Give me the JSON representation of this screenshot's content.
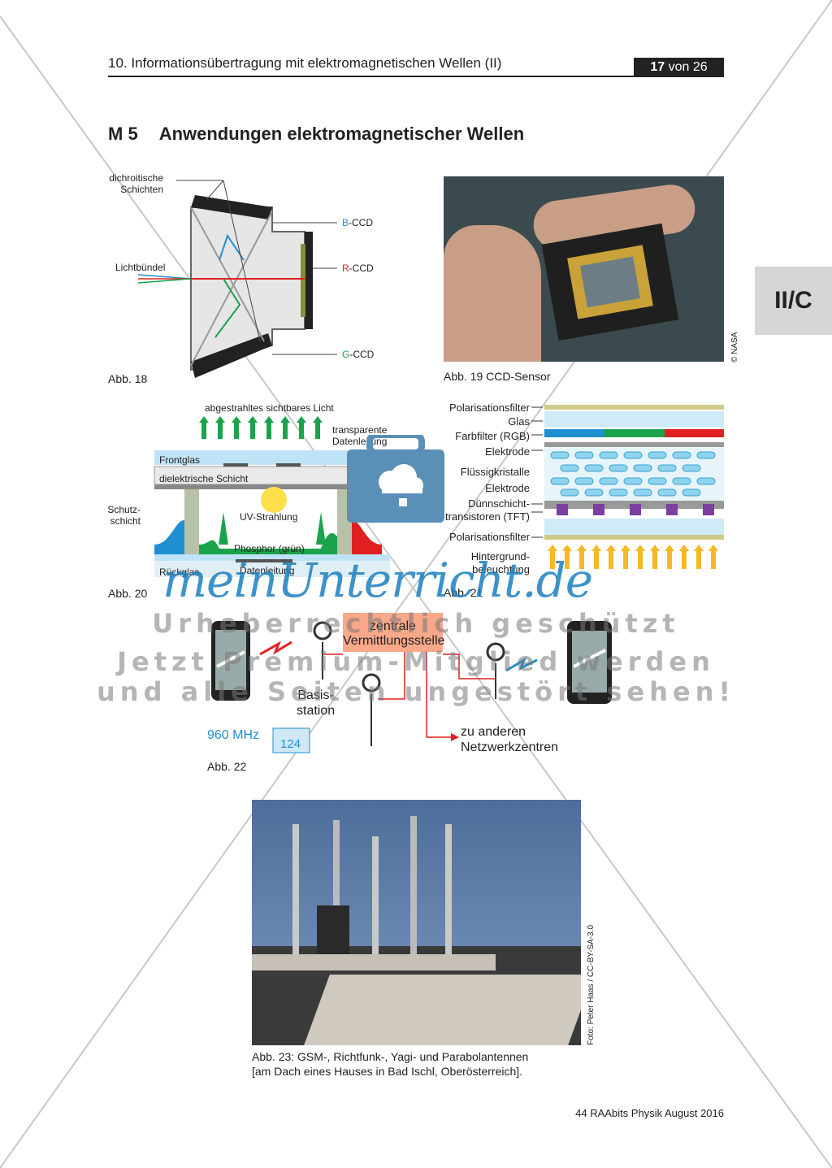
{
  "header": {
    "title": "10. Informationsübertragung mit elektromagnetischen Wellen (II)",
    "page_current": "17",
    "page_sep": "von 26"
  },
  "side_tab": "II/C",
  "section": {
    "number": "M 5",
    "title": "Anwendungen elektromagnetischer Wellen"
  },
  "fig18": {
    "caption": "Abb. 18",
    "label_dichroic_1": "dichroitische",
    "label_dichroic_2": "Schichten",
    "label_light": "Lichtbündel",
    "label_b_prefix": "B",
    "label_r_prefix": "R",
    "label_g_prefix": "G",
    "label_ccd_suffix": "-CCD",
    "colors": {
      "blue": "#1f8fd0",
      "red": "#e02020",
      "green": "#1aa34a",
      "prism": "#e6e6e6"
    }
  },
  "fig19": {
    "caption": "Abb. 19 CCD-Sensor",
    "credit": "© NASA"
  },
  "fig20": {
    "caption": "Abb. 20",
    "label_emitted": "abgestrahltes sichtbares Licht",
    "label_transparent_1": "transparente",
    "label_transparent_2": "Datenleitung",
    "label_frontglas": "Frontglas",
    "label_dielectric": "dielektrische Schicht",
    "label_schutz_1": "Schutz-",
    "label_schutz_2": "schicht",
    "label_uv": "UV-Strahlung",
    "label_phosphor": "Phosphor (grün)",
    "label_rueckglas": "Rückglas",
    "label_datenleitung": "Datenleitung"
  },
  "fig21": {
    "caption": "Abb. 21",
    "layers": [
      "Polarisationsfilter",
      "Glas",
      "Farbfilter (RGB)",
      "Elektrode",
      "Flüssigkristalle",
      "Elektrode",
      "Dünnschicht-",
      "transistoren (TFT)",
      "Polarisationsfilter",
      "Hintergrund-",
      "beleuchtung"
    ]
  },
  "fig22": {
    "caption": "Abb. 22",
    "label_central_1": "zentrale",
    "label_central_2": "Vermittlungsstelle",
    "label_base_1": "Basis-",
    "label_base_2": "station",
    "label_freq": "960 MHz",
    "label_channel": "124",
    "label_other_1": "zu anderen",
    "label_other_2": "Netzwerkzentren"
  },
  "fig23": {
    "caption_1": "Abb. 23: GSM-, Richtfunk-, Yagi- und Parabolantennen",
    "caption_2": "[am Dach eines Hauses in Bad Ischl, Oberösterreich].",
    "credit": "Foto: Peter Haas / CC-BY-SA-3.0"
  },
  "watermark": {
    "logo": "meinUnterricht.de",
    "line1": "Urheberrechtlich geschützt",
    "line2": "Jetzt Premium-Mitglied werden",
    "line3": "und alle Seiten ungestört sehen!"
  },
  "footer": "44 RAAbits Physik August 2016"
}
